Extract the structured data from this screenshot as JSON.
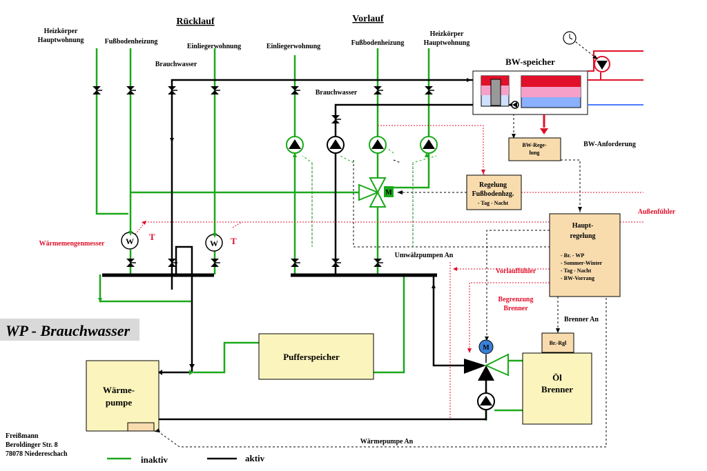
{
  "title": "WP - Brauchwasser",
  "headers": {
    "ruecklauf": "Rücklauf",
    "vorlauf": "Vorlauf"
  },
  "labels": {
    "heizkoerper_left": [
      "Heizkörper",
      "Hauptwohnung"
    ],
    "fussboden_left": "Fußbodenheizung",
    "einlieger_left": "Einliegerwohnung",
    "brauchwasser_left": "Brauchwasser",
    "einlieger_right": "Einliegerwohnung",
    "fussboden_right": "Fußbodenheizung",
    "heizkoerper_right": [
      "Heizkörper",
      "Hauptwohnung"
    ],
    "brauchwasser_mid": "Brauchwasser",
    "bw_anforderung": "BW-Anforderung",
    "aussenfuehler": "Außenfühler",
    "waermemengenmesser": "Wärmemengenmesser",
    "umwaelzpumpen": "Umwälzpumpen An",
    "vorlauffuehler": "Vorlauffühler",
    "begrenzung": [
      "Begrenzung",
      "Brenner"
    ],
    "brenner_an": "Brenner An",
    "waermepumpe_an": "Wärmepumpe An",
    "w": "W",
    "t": "T",
    "m": "M"
  },
  "boxes": {
    "bw_speicher": "BW-speicher",
    "bw_regelung": [
      "BW-Rege-",
      "lung"
    ],
    "regelung_fb": [
      "Regelung",
      "Fußbodenhzg.",
      "- Tag - Nacht"
    ],
    "haupt": [
      "Haupt-",
      "regelung"
    ],
    "haupt_items": [
      "- Br. - WP",
      "- Sommer-Winter",
      "- Tag - Nacht",
      "- BW-Vorrang"
    ],
    "br_rgl": "Br.-Rgl",
    "oel": [
      "Öl",
      "Brenner"
    ],
    "puffer": "Pufferspeicher",
    "waermepumpe": [
      "Wärme-",
      "pumpe"
    ]
  },
  "address": [
    "Freißmann",
    "Beroldinger Str. 8",
    "78078 Niedereschach"
  ],
  "legend": {
    "inaktiv": "inaktiv",
    "aktiv": "aktiv"
  },
  "colors": {
    "green": "#1aa81a",
    "black": "#000000",
    "red": "#e0102a",
    "box": "#fbf5bd",
    "box2": "#f8dcae"
  }
}
